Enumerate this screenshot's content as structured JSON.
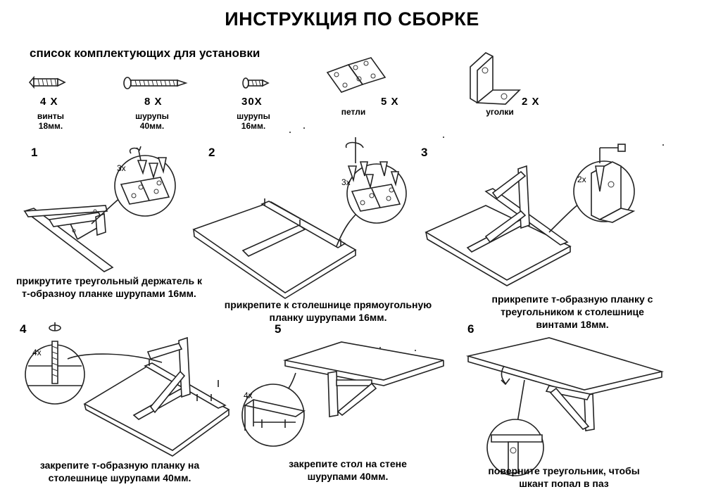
{
  "title": "ИНСТРУКЦИЯ ПО СБОРКЕ",
  "parts_heading": "список комплектующих для установки",
  "parts": [
    {
      "qty": "4 X",
      "label1": "винты",
      "label2": "18мм."
    },
    {
      "qty": "8 X",
      "label1": "шурупы",
      "label2": "40мм."
    },
    {
      "qty": "30X",
      "label1": "шурупы",
      "label2": "16мм."
    },
    {
      "qty": "5 X",
      "label1": "петли",
      "label2": ""
    },
    {
      "qty": "2 X",
      "label1": "уголки",
      "label2": ""
    }
  ],
  "steps": [
    {
      "number": "1",
      "detail_mult": "3x",
      "line1": "прикрутите треугольный держатель к",
      "line2": "т-образноу планке шурупами 16мм."
    },
    {
      "number": "2",
      "detail_mult": "3x",
      "line1": "прикрепите к столешнице прямоугольную",
      "line2": "планку шурупами 16мм."
    },
    {
      "number": "3",
      "detail_mult": "2x",
      "line1": "прикрепите т-образную планку с",
      "line2": "треугольником к столешнице",
      "line3": "винтами 18мм."
    },
    {
      "number": "4",
      "detail_mult": "4x",
      "line1": "закрепите т-образную планку на",
      "line2": "столешнице шурупами 40мм."
    },
    {
      "number": "5",
      "detail_mult": "4x",
      "line1": "закрепите стол на стене",
      "line2": "шурупами 40мм."
    },
    {
      "number": "6",
      "detail_mult": "",
      "line1": "поверните треугольник, чтобы",
      "line2": "шкант попал в паз"
    }
  ]
}
